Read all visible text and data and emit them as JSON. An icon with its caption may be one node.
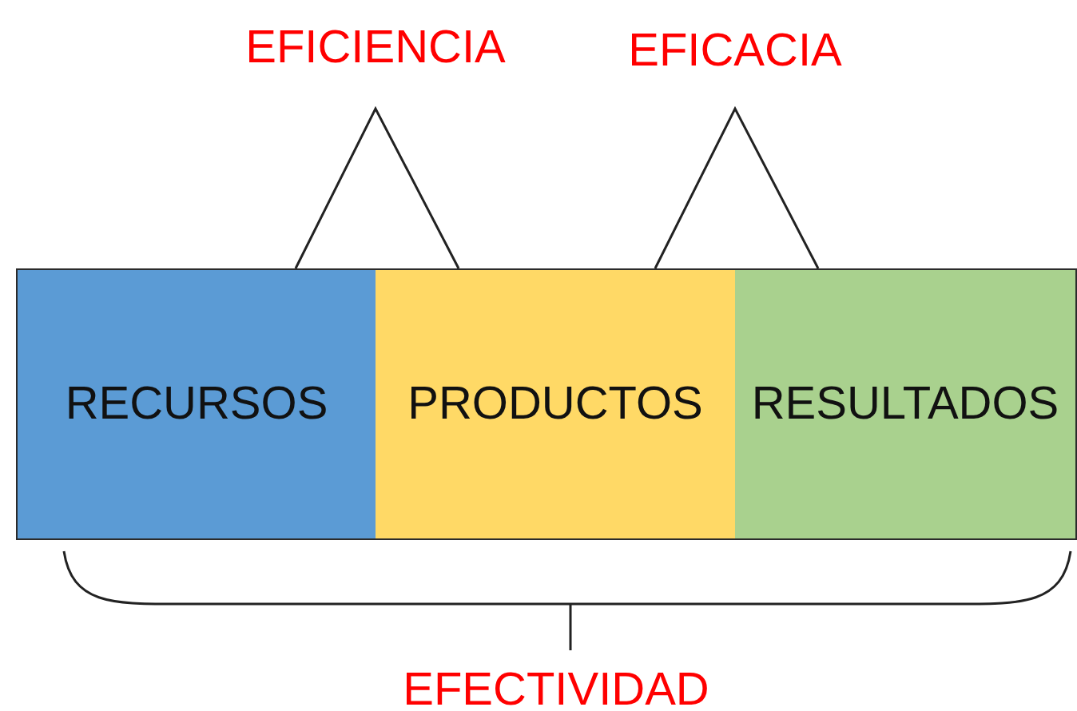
{
  "diagram": {
    "nodes": [
      {
        "text": [
          "RECURSOS"
        ]
      },
      {
        "text": [
          "PRODUCTOS"
        ]
      },
      {
        "text": [
          "RESULTADOS"
        ]
      }
    ],
    "labels": [
      "EFICIENCIA",
      "EFICACIA",
      "EFECTIVIDAD"
    ]
  }
}
